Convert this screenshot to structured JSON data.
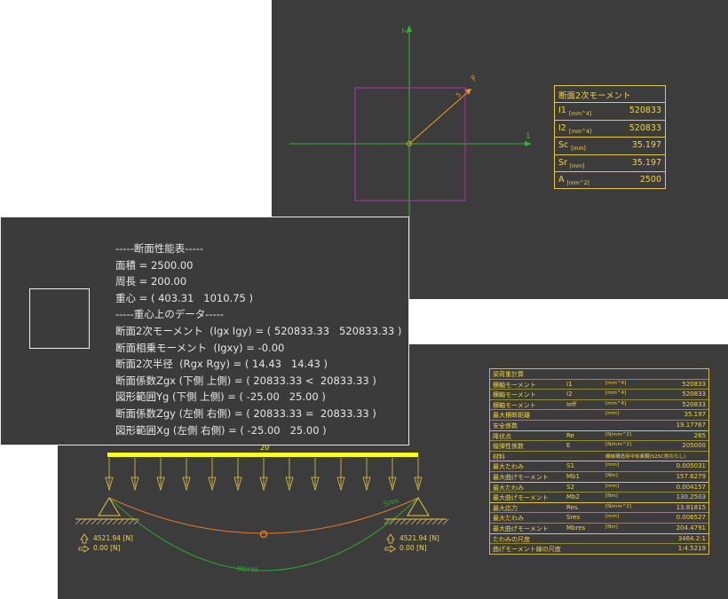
{
  "top_view": {
    "axis_labels": {
      "z": "Z",
      "y": "1",
      "force": "F",
      "s": "S"
    },
    "moment_table": {
      "title": "断面2次モーメント",
      "rows": [
        {
          "label": "I1",
          "unit": "[mm^4]",
          "value": "520833"
        },
        {
          "label": "I2",
          "unit": "[mm^4]",
          "value": "520833"
        },
        {
          "label": "Sc",
          "unit": "[mm]",
          "value": "35.197"
        },
        {
          "label": "Sr",
          "unit": "[mm]",
          "value": "35.197"
        },
        {
          "label": "A",
          "unit": "[mm^2]",
          "value": "2500"
        }
      ]
    }
  },
  "section_props": {
    "lines": [
      "-----断面性能表-----",
      "面積 = 2500.00",
      "周長 = 200.00",
      "重心 = ( 403.31   1010.75 )",
      "-----重心上のデータ-----",
      "断面2次モーメント  (Igx Igy) = ( 520833.33   520833.33 )",
      "断面相乗モーメント  (Igxy) = -0.00",
      "断面2次半径  (Rgx Rgy) = ( 14.43   14.43 )",
      "断面係数Zgx (下側 上側) = ( 20833.33 <  20833.33 )",
      "図形範囲Yg (下側 上側) = ( -25.00   25.00 )",
      "断面係数Zgy (左側 右側) = ( 20833.33 =  20833.33 )",
      "図形範囲Xg (左側 右側) = ( -25.00   25.00 )"
    ]
  },
  "beam_view": {
    "load_label": "20",
    "curve_label_s": "Sres",
    "curve_label_m": "Mbres",
    "left_reaction": {
      "vertical": "4521.94 [N]",
      "horizontal": "0.00 [N]"
    },
    "right_reaction": {
      "vertical": "4521.94 [N]",
      "horizontal": "0.00 [N]"
    },
    "table": {
      "title": "梁荷重計算",
      "rows": [
        {
          "c1": "横軸モーメント",
          "c2": "I1",
          "c3": "[mm^4]",
          "c4": "520833",
          "group": false
        },
        {
          "c1": "横軸モーメント",
          "c2": "I2",
          "c3": "[mm^4]",
          "c4": "520833",
          "group": false
        },
        {
          "c1": "横軸モーメント",
          "c2": "Ieff",
          "c3": "[mm^4]",
          "c4": "520833",
          "group": false
        },
        {
          "c1": "最大横断距離",
          "c2": "",
          "c3": "[mm]",
          "c4": "35.197",
          "group": false
        },
        {
          "c1": "安全係数",
          "c2": "",
          "c3": "",
          "c4": "19.17767",
          "group": false
        },
        {
          "c1": "降伏点",
          "c2": "Re",
          "c3": "[N/mm^2]",
          "c4": "265",
          "group": true
        },
        {
          "c1": "縦弾性係数",
          "c2": "E",
          "c3": "[N/mm^2]",
          "c4": "205000",
          "group": false
        },
        {
          "c1": "材料",
          "c2": "",
          "c3": "機械構造用中炭素鋼(S25C熱ならし)",
          "c4": "",
          "group": false
        },
        {
          "c1": "最大たわみ",
          "c2": "S1",
          "c3": "[mm]",
          "c4": "0.005031",
          "group": true
        },
        {
          "c1": "最大曲げモーメント",
          "c2": "Mb1",
          "c3": "[Nm]",
          "c4": "157.6279",
          "group": false
        },
        {
          "c1": "最大たわみ",
          "c2": "S2",
          "c3": "[mm]",
          "c4": "0.004157",
          "group": true
        },
        {
          "c1": "最大曲げモーメント",
          "c2": "Mb2",
          "c3": "[Nm]",
          "c4": "130.2503",
          "group": false
        },
        {
          "c1": "最大応力",
          "c2": "Res.",
          "c3": "[N/mm^2]",
          "c4": "13.81815",
          "group": true
        },
        {
          "c1": "最大たわみ",
          "c2": "Sres",
          "c3": "[mm]",
          "c4": "0.006527",
          "group": false
        },
        {
          "c1": "最大曲げモーメント",
          "c2": "Mbres",
          "c3": "[Nm]",
          "c4": "204.4791",
          "group": false
        },
        {
          "c1": "たわみの尺度",
          "c2": "",
          "c3": "",
          "c4": "3464.2:1",
          "group": true
        },
        {
          "c1": "曲げモーメント線の尺度",
          "c2": "",
          "c3": "",
          "c4": "1:4.5219",
          "group": false
        }
      ]
    }
  },
  "colors": {
    "background": "#3c3c3c",
    "axis": "#2fb52f",
    "section": "#b52fb5",
    "force": "#e39a1e",
    "table": "#f2d447",
    "beam": "#ffff22",
    "deflection": "#e57a2a",
    "moment": "#2fa52f"
  }
}
